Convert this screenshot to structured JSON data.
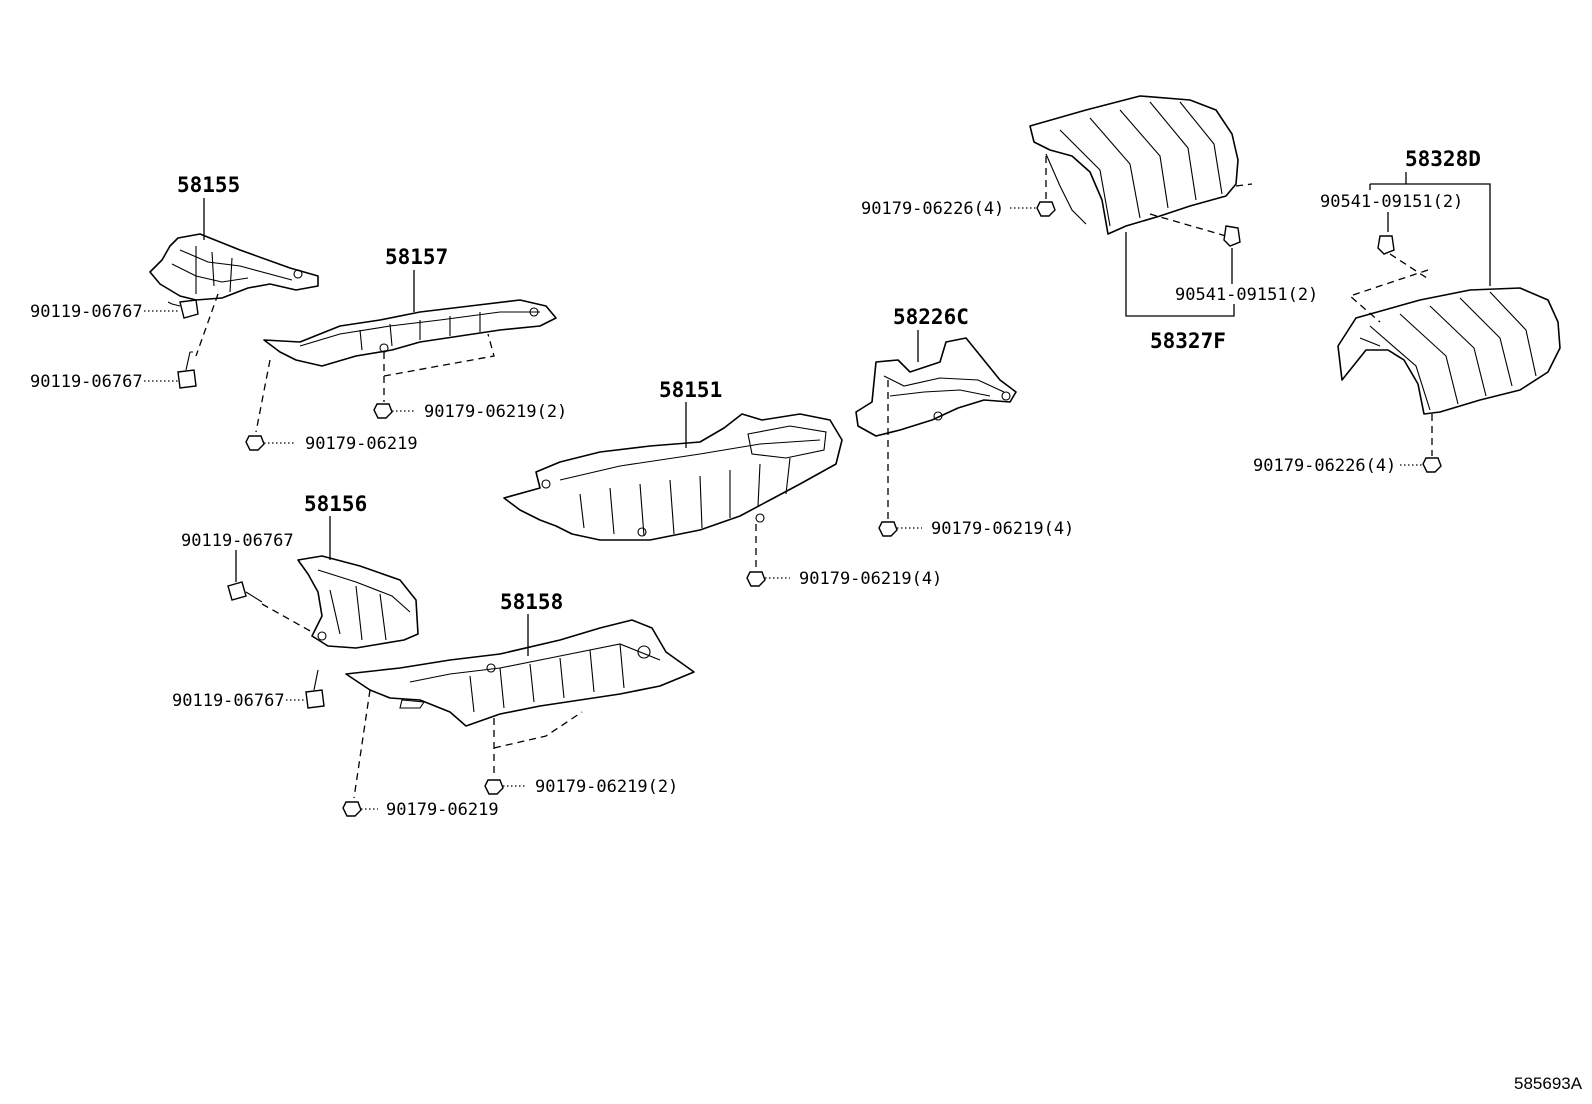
{
  "diagram": {
    "reference_code": "585693A",
    "parts": {
      "p58155": "58155",
      "p58157": "58157",
      "p58156": "58156",
      "p58158": "58158",
      "p58151": "58151",
      "p58226C": "58226C",
      "p58327F": "58327F",
      "p58328D": "58328D"
    },
    "fasteners": {
      "f58155_bolt_top": "90119-06767",
      "f58155_bolt_low": "90119-06767",
      "f58157_nut2": "90179-06219(2)",
      "f58157_nut": "90179-06219",
      "f58156_bolt_top": "90119-06767",
      "f58156_bolt_low": "90119-06767",
      "f58158_nut2": "90179-06219(2)",
      "f58158_nut": "90179-06219",
      "f58151_nut4": "90179-06219(4)",
      "f58226C_nut4": "90179-06219(4)",
      "f58327F_nut4": "90179-06226(4)",
      "f58327F_clip2": "90541-09151(2)",
      "f58328D_clip2": "90541-09151(2)",
      "f58328D_nut4": "90179-06226(4)"
    }
  }
}
